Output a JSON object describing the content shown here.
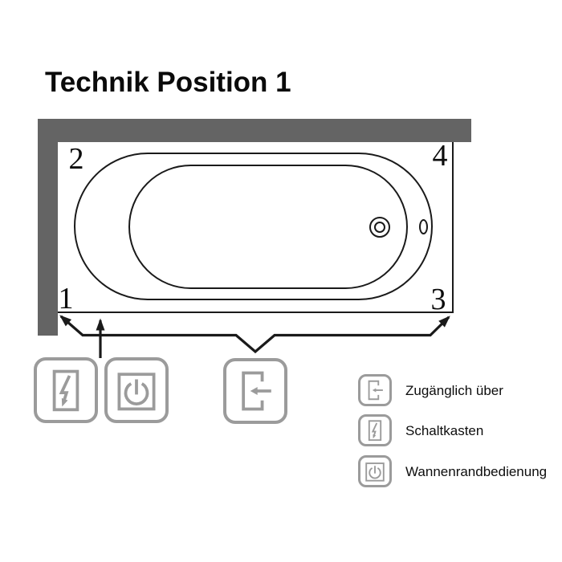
{
  "title": "Technik Position 1",
  "colors": {
    "wall": "#646464",
    "line": "#1a1a1a",
    "icon": "#9b9b9b"
  },
  "diagram": {
    "corner_labels": {
      "top_left": "2",
      "top_right": "4",
      "bottom_left": "1",
      "bottom_right": "3"
    },
    "features": [
      "drain",
      "overflow-outlet"
    ]
  },
  "position_icons": [
    {
      "icon": "high-voltage-flash-icon"
    },
    {
      "icon": "power-button-icon"
    },
    {
      "icon": "door-access-icon"
    }
  ],
  "legend": {
    "items": [
      {
        "icon": "door-access-icon",
        "label": "Zugänglich über"
      },
      {
        "icon": "high-voltage-flash-icon",
        "label": "Schaltkasten"
      },
      {
        "icon": "power-button-icon",
        "label": "Wannenrandbedienung"
      }
    ]
  }
}
